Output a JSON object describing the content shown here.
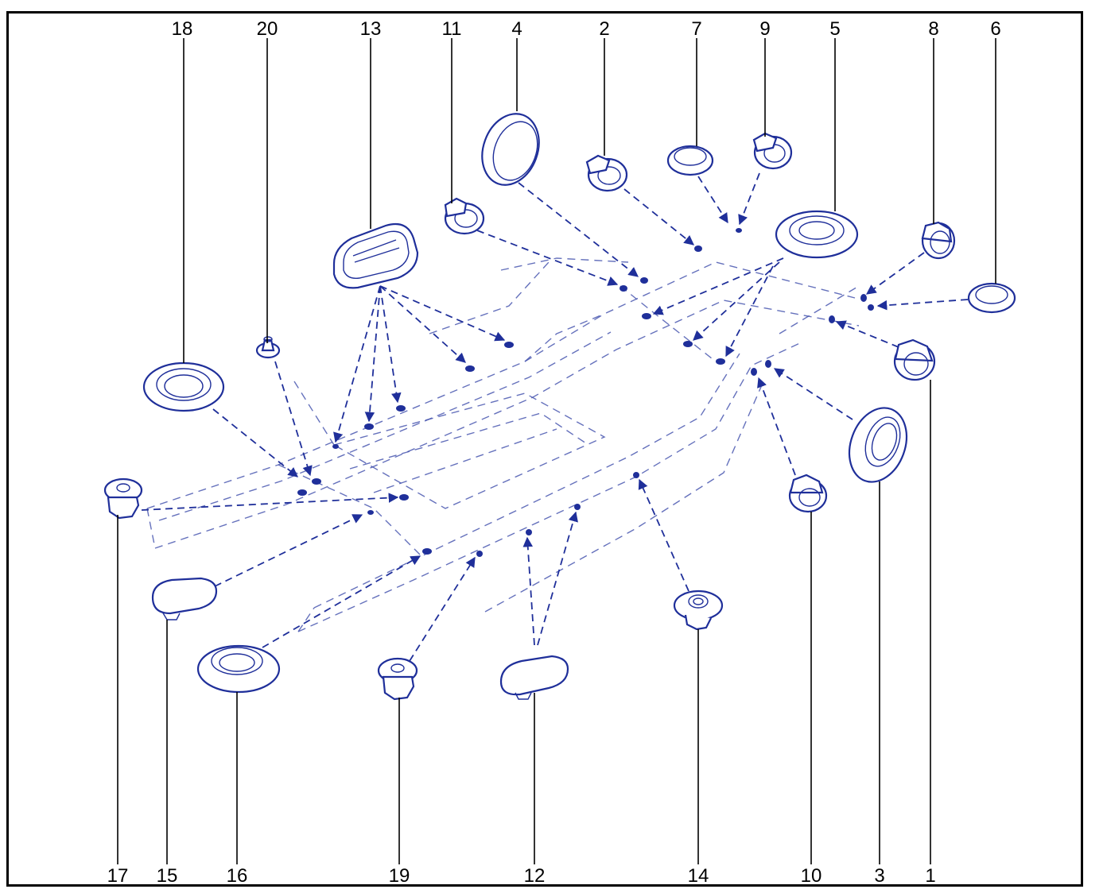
{
  "diagram": {
    "colors": {
      "line": "#1f2f9a",
      "frame": "#4a58b0",
      "label": "#000000",
      "border": "#000000"
    },
    "callouts_top": [
      "18",
      "20",
      "13",
      "11",
      "4",
      "2",
      "7",
      "9",
      "5",
      "8",
      "6"
    ],
    "callouts_bottom": [
      "17",
      "15",
      "16",
      "19",
      "12",
      "14",
      "10",
      "3",
      "1"
    ]
  }
}
